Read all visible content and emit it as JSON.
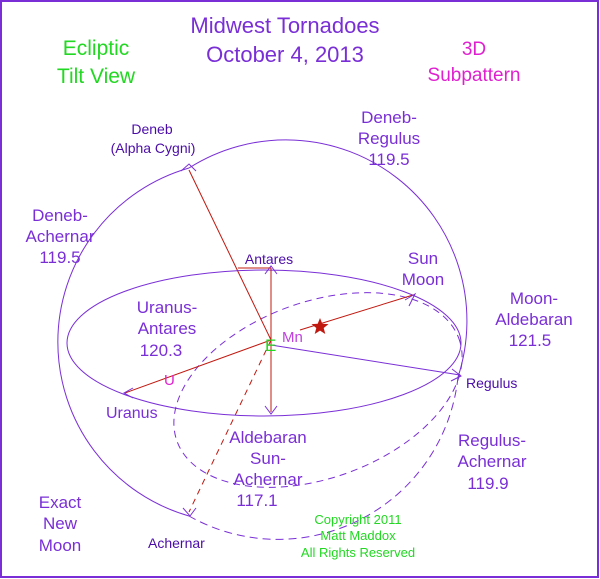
{
  "title": {
    "line1": "Midwest Tornadoes",
    "line2": "October 4, 2013"
  },
  "view_label": {
    "line1": "Ecliptic",
    "line2": "Tilt View"
  },
  "pattern_label": {
    "line1": "3D",
    "line2": "Subpattern"
  },
  "footnote": {
    "line1": "Exact",
    "line2": "New",
    "line3": "Moon"
  },
  "copyright": {
    "line1": "Copyright 2011",
    "line2": "Matt Maddox",
    "line3": "All Rights Reserved"
  },
  "points": {
    "deneb": {
      "line1": "Deneb",
      "line2": "(Alpha Cygni)"
    },
    "antares": "Antares",
    "sun_moon": {
      "line1": "Sun",
      "line2": "Moon"
    },
    "regulus": "Regulus",
    "uranus": "Uranus",
    "uranus_marker": "U",
    "aldebaran": "Aldebaran",
    "achernar": "Achernar",
    "earth": "E",
    "moon_node": "Mn"
  },
  "angles": {
    "deneb_regulus": {
      "line1": "Deneb-",
      "line2": "Regulus",
      "value": "119.5"
    },
    "deneb_achernar": {
      "line1": "Deneb-",
      "line2": "Achernar",
      "value": "119.5"
    },
    "uranus_antares": {
      "line1": "Uranus-",
      "line2": "Antares",
      "value": "120.3"
    },
    "moon_aldebaran": {
      "line1": "Moon-",
      "line2": "Aldebaran",
      "value": "121.5"
    },
    "regulus_achernar": {
      "line1": "Regulus-",
      "line2": "Achernar",
      "value": "119.9"
    },
    "sun_achernar": {
      "line1": "Sun-",
      "line2": "Achernar",
      "value": "117.1"
    }
  },
  "colors": {
    "purple": "#7a2fd6",
    "dark_purple": "#4b0ca8",
    "red": "#c0180f",
    "green": "#22d822",
    "magenta": "#e020d0",
    "frame": "#7a2fd6"
  }
}
